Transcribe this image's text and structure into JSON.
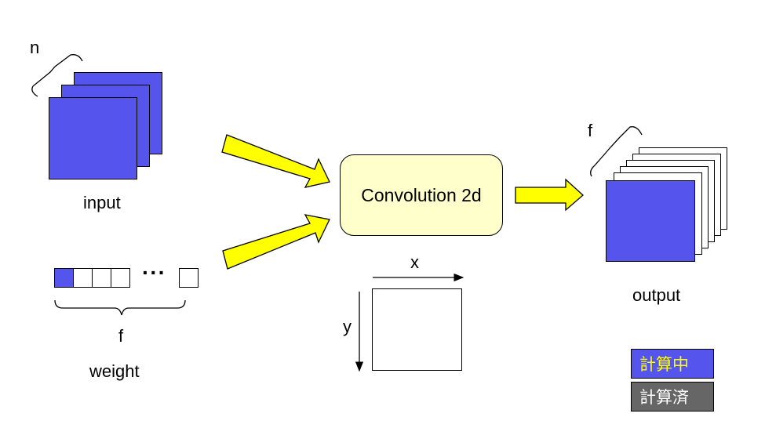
{
  "input": {
    "label": "input",
    "count_label": "n"
  },
  "weight": {
    "label": "weight",
    "count_label": "f",
    "ellipsis": "···"
  },
  "process": {
    "label": "Convolution 2d"
  },
  "axes": {
    "x": "x",
    "y": "y"
  },
  "output": {
    "label": "output",
    "count_label": "f"
  },
  "legend": [
    {
      "label": "計算中",
      "bg": "#5555ee",
      "fg": "#ffff00"
    },
    {
      "label": "計算済",
      "bg": "#666666",
      "fg": "#ffffff"
    }
  ],
  "colors": {
    "active": "#5555ee",
    "arrow": "#ffff00",
    "process": "#ffffcc"
  }
}
